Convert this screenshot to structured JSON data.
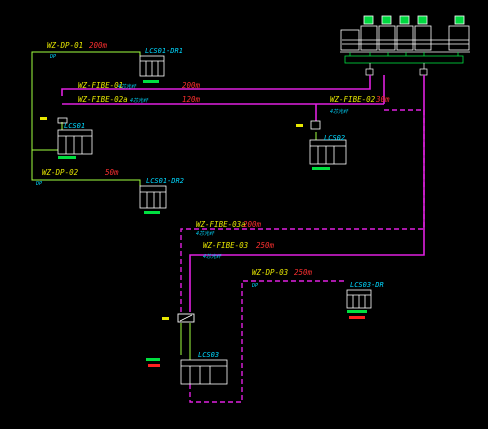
{
  "colors": {
    "background": "#000000",
    "fibre": "#e020e0",
    "dp_cable": "#a0ff40",
    "equipment": "#ffffff",
    "label_yellow": "#e8e800",
    "label_red": "#ff3030",
    "label_cyan": "#00d8ff",
    "label_green": "#00e040"
  },
  "cables": {
    "dp01": {
      "name": "WZ-DP-01",
      "length": "200m",
      "type": "DP"
    },
    "fibre01": {
      "name": "WZ-FIBE-01",
      "length": "200m",
      "type": "4芯光纤"
    },
    "fibre02a": {
      "name": "WZ-FIBE-02a",
      "length": "120m",
      "type": "4芯光纤"
    },
    "fibre02": {
      "name": "WZ-FIBE-02",
      "length": "30m",
      "type": "4芯光纤"
    },
    "dp02": {
      "name": "WZ-DP-02",
      "length": "50m",
      "type": "DP"
    },
    "fibre03a": {
      "name": "WZ-FIBE-03a",
      "length": "200m",
      "type": "4芯光纤"
    },
    "fibre03": {
      "name": "WZ-FIBE-03",
      "length": "250m",
      "type": "4芯光纤"
    },
    "dp03": {
      "name": "WZ-DP-03",
      "length": "250m",
      "type": "DP"
    }
  },
  "cabinets": {
    "lcs01_dr1": "LCS01-DR1",
    "lcs01": "LCS01",
    "lcs01_dr2": "LCS01-DR2",
    "lcs02": "LCS02",
    "lcs03": "LCS03",
    "lcs03_dr": "LCS03-DR"
  }
}
